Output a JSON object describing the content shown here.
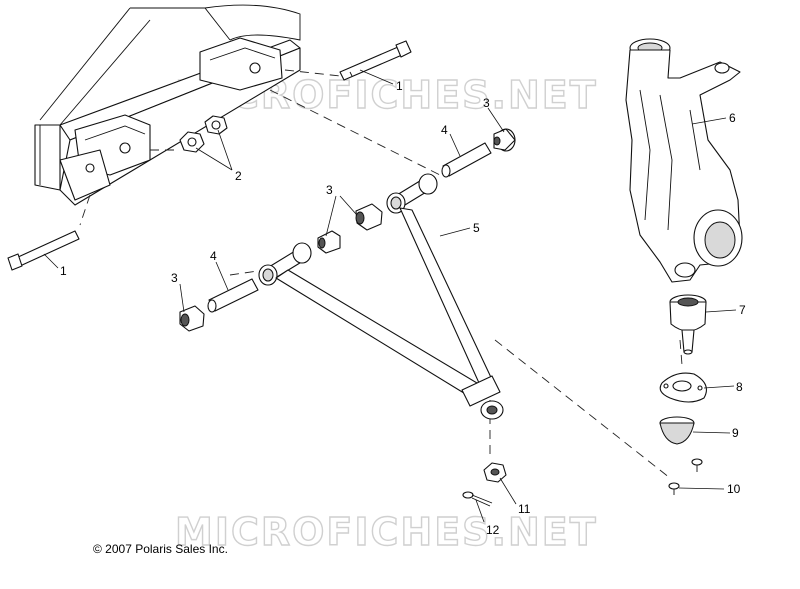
{
  "callouts": {
    "frame_bolt_top": "1",
    "frame_bolt_bottom": "1",
    "nuts": "2",
    "bushing_upper_right": "3",
    "bushing_middle": "3",
    "bushing_left": "3",
    "sleeve_upper": "4",
    "sleeve_lower": "4",
    "a_arm": "5",
    "spindle": "6",
    "ball_joint": "7",
    "plate": "8",
    "boot": "9",
    "screw": "10",
    "castle_nut": "11",
    "cotter_pin": "12"
  },
  "watermark": {
    "top": "MICROFICHES.NET",
    "bottom": "MICROFICHES.NET"
  },
  "copyright": "© 2007 Polaris Sales Inc."
}
